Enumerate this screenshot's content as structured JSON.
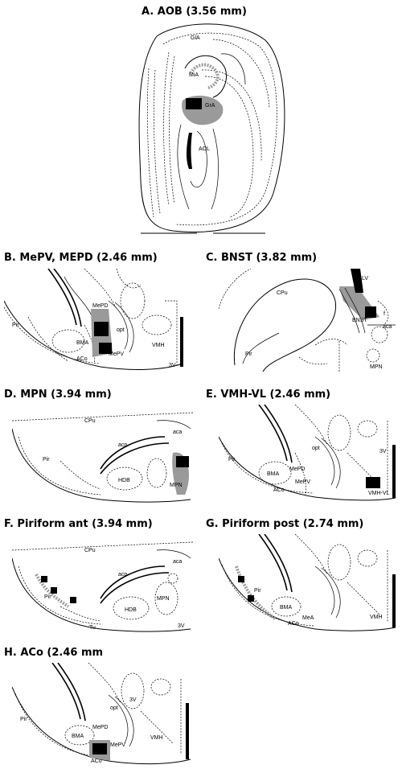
{
  "panels": {
    "a": {
      "title": "A. AOB (3.56 mm)",
      "labels": {
        "gla": "GlA",
        "mia": "MiA",
        "gra": "GrA",
        "aol": "AOL"
      }
    },
    "b": {
      "title": "B. MePV, MEPD (2.46 mm)",
      "labels": {
        "pir": "Pir",
        "mepd": "MePD",
        "opt": "opt",
        "bma": "BMA",
        "aco": "ACo",
        "mepv": "MePV",
        "vmh": "VMH",
        "v3": "3V"
      }
    },
    "c": {
      "title": "C. BNST (3.82 mm)",
      "labels": {
        "cpu": "CPu",
        "lv": "LV",
        "f": "f",
        "bnst": "BNST",
        "aca": "aca",
        "pir": "Pir",
        "mpn": "MPN"
      }
    },
    "d": {
      "title": "D. MPN (3.94 mm)",
      "labels": {
        "cpu": "CPu",
        "aca": "aca",
        "acp": "acp",
        "pir": "Pir",
        "hdb": "HDB",
        "mpn": "MPN"
      }
    },
    "e": {
      "title": "E. VMH-VL (2.46 mm)",
      "labels": {
        "pir": "Pir",
        "opt": "opt",
        "bma": "BMA",
        "mepd": "MePD",
        "aco": "ACo",
        "mepv": "MePV",
        "v3": "3V",
        "vmhvl": "VMH-VL"
      }
    },
    "f": {
      "title": "F. Piriform ant (3.94 mm)",
      "labels": {
        "cpu": "CPu",
        "aca": "aca",
        "acp": "acp",
        "pir": "Pir",
        "mpn": "MPN",
        "hdb": "HDB",
        "tu": "Tu",
        "v3": "3V"
      }
    },
    "g": {
      "title": "G. Piriform post (2.74 mm)",
      "labels": {
        "pir": "Pir",
        "bma": "BMA",
        "mea": "MeA",
        "aco": "ACo",
        "vmh": "VMH"
      }
    },
    "h": {
      "title": "H. ACo (2.46 mm",
      "labels": {
        "pir": "Pir",
        "opt": "opt",
        "v3": "3V",
        "bma": "BMA",
        "mepd": "MePD",
        "vmh": "VMH",
        "mepv": "MePV",
        "aco": "ACo"
      }
    }
  }
}
